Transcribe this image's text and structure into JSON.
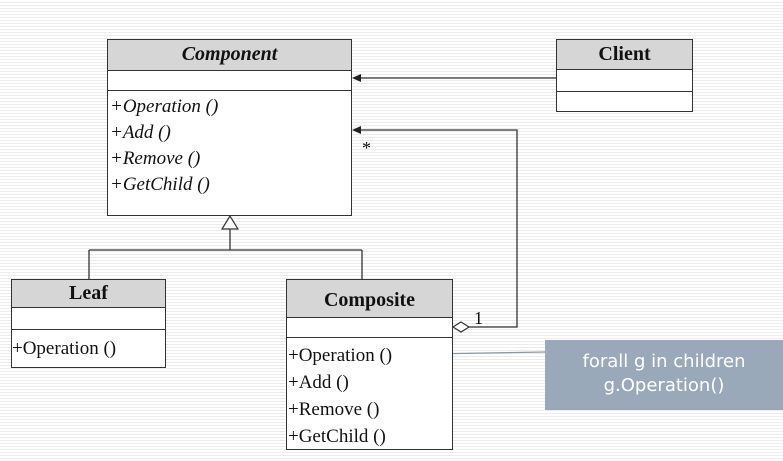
{
  "diagram": {
    "component": {
      "name": "Component",
      "operations": [
        "+Operation ()",
        "+Add ()",
        "+Remove ()",
        "+GetChild ()"
      ]
    },
    "client": {
      "name": "Client"
    },
    "leaf": {
      "name": "Leaf",
      "operations": [
        "+Operation ()"
      ]
    },
    "composite": {
      "name": "Composite",
      "operations": [
        "+Operation ()",
        "+Add ()",
        "+Remove ()",
        "+GetChild ()"
      ]
    },
    "multiplicity_many": "*",
    "multiplicity_one": "1",
    "note": {
      "line1": "forall g in children",
      "line2": "g.Operation()"
    }
  },
  "colors": {
    "class_header": "#d6d6d6",
    "line": "#333333",
    "note_background": "#9aa9b9",
    "note_text": "#ffffff"
  }
}
